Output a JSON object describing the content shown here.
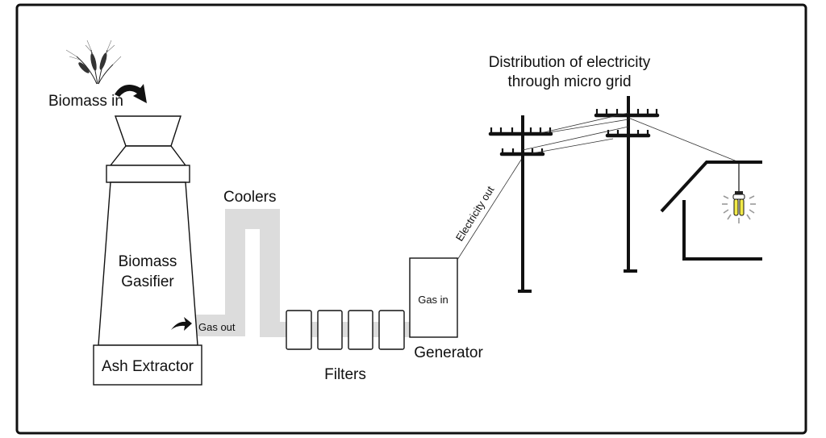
{
  "diagram": {
    "title": "Biomass gasification to micro grid electricity",
    "labels": {
      "biomass_in": "Biomass in",
      "gasifier_line1": "Biomass",
      "gasifier_line2": "Gasifier",
      "ash_extractor": "Ash Extractor",
      "gas_out": "Gas out",
      "coolers": "Coolers",
      "filters": "Filters",
      "gas_in": "Gas in",
      "generator": "Generator",
      "electricity_out": "Electricity out",
      "distribution_line1": "Distribution of electricity",
      "distribution_line2": "through micro grid"
    },
    "icons": {
      "biomass": "wheat-icon",
      "feed_arrow": "curved-arrow-icon",
      "gas_arrow": "arrow-right-icon",
      "bulb": "light-bulb-icon"
    },
    "filter_count": 4,
    "pole_count": 2,
    "colors": {
      "line": "#111111",
      "pipe": "#dcdcdc",
      "bulb": "#f2ea4a",
      "background": "#ffffff"
    },
    "flow": [
      "Biomass in",
      "Biomass Gasifier",
      "Gas out",
      "Coolers",
      "Filters",
      "Generator",
      "Electricity out",
      "Micro grid",
      "House"
    ]
  }
}
